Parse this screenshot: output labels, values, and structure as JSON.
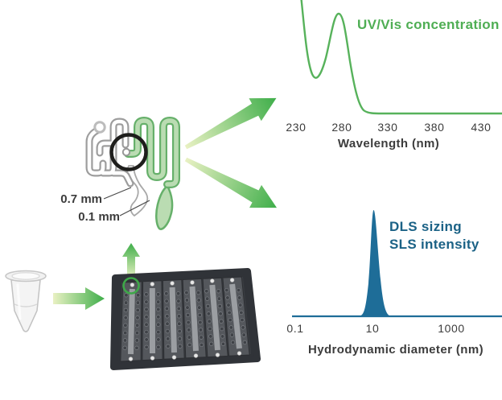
{
  "palette": {
    "accent_green": "#4fae54",
    "arrow_green_dark": "#3fae4a",
    "arrow_green_light": "#e9f1c3",
    "accent_blue_text": "#1b6286",
    "dls_fill_blue": "#1e6d98",
    "chip_channel_green_fill": "#badcb2",
    "chip_channel_green_stroke": "#66b06a",
    "chip_channel_gray": "#9d9d9d"
  },
  "chip": {
    "labels": {
      "channel_width": "0.7 mm",
      "channel_narrow": "0.1 mm"
    },
    "features": [
      "inlet port",
      "gray mixing channel",
      "green measurement serpentine",
      "junction highlight circle",
      "narrowing channel 0.7 mm",
      "droplet chamber 0.1 mm"
    ]
  },
  "workflow": {
    "steps": [
      "sample tube",
      "well plate",
      "microfluidic chip",
      "optical measurements"
    ]
  },
  "chart_data": [
    {
      "type": "line",
      "title": "UV/Vis concentration",
      "xlabel": "Wavelength (nm)",
      "x_tick_labels": [
        "230",
        "280",
        "330",
        "380",
        "430"
      ],
      "xlim": [
        225,
        445
      ],
      "ylim": [
        0,
        1
      ],
      "grid": false,
      "legend_position": "top-right",
      "line_color": "#57b25b",
      "series": [
        {
          "name": "UV absorbance spectrum",
          "x": [
            233,
            240,
            248,
            258,
            268,
            277,
            285,
            293,
            300,
            306,
            312,
            330,
            380,
            440
          ],
          "y": [
            1.15,
            0.55,
            0.36,
            0.5,
            0.75,
            0.95,
            0.8,
            0.45,
            0.12,
            0.02,
            0.005,
            0.004,
            0.004,
            0.004
          ]
        }
      ],
      "annotations": [
        "protein absorbance peak at 280 nm, clipped rise below 235 nm, flat baseline above 310 nm"
      ]
    },
    {
      "type": "area",
      "title": "",
      "legend": [
        "DLS sizing",
        "SLS intensity"
      ],
      "xlabel": "Hydrodynamic diameter (nm)",
      "x_scale": "log",
      "x_tick_labels": [
        "0.1",
        "10",
        "1000"
      ],
      "xlim": [
        0.08,
        6000
      ],
      "ylim": [
        0,
        1
      ],
      "grid": false,
      "fill_color": "#1e6d98",
      "series": [
        {
          "name": "particle size distribution",
          "x": [
            5,
            6,
            7,
            8,
            9,
            10,
            11,
            13,
            16,
            20,
            25
          ],
          "y": [
            0,
            0.02,
            0.12,
            0.5,
            0.92,
            1.0,
            0.7,
            0.3,
            0.08,
            0.01,
            0
          ]
        }
      ],
      "annotations": [
        "narrow monodisperse peak centered at ~10 nm"
      ]
    }
  ]
}
